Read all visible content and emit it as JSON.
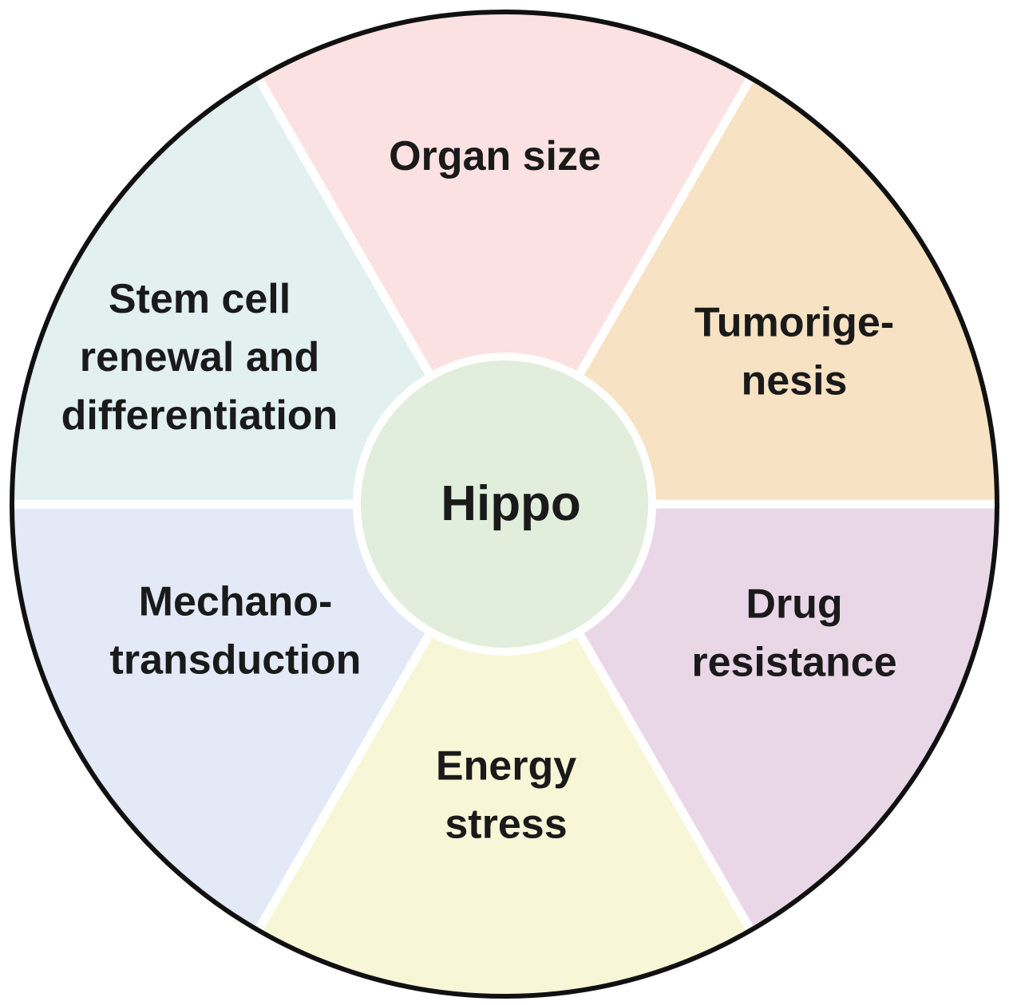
{
  "center": {
    "label": "Hippo",
    "color": "#e1eedc"
  },
  "segments": [
    {
      "id": "organ-size",
      "lines": [
        "Organ size"
      ],
      "color": "#fbe1e2"
    },
    {
      "id": "tumorigenesis",
      "lines": [
        "Tumorige-",
        "nesis"
      ],
      "color": "#f7e2c3"
    },
    {
      "id": "drug-resistance",
      "lines": [
        "Drug",
        "resistance"
      ],
      "color": "#e9d7e8"
    },
    {
      "id": "energy-stress",
      "lines": [
        "Energy",
        "stress"
      ],
      "color": "#f7f6d7"
    },
    {
      "id": "mechanotransduction",
      "lines": [
        "Mechano-",
        "transduction"
      ],
      "color": "#e3e9f6"
    },
    {
      "id": "stem-cell",
      "lines": [
        "Stem cell",
        "renewal and",
        "differentiation"
      ],
      "color": "#e2f0f0"
    }
  ],
  "colors": {
    "outline": "#111111",
    "divider": "#ffffff",
    "text": "#1a1a1a"
  }
}
